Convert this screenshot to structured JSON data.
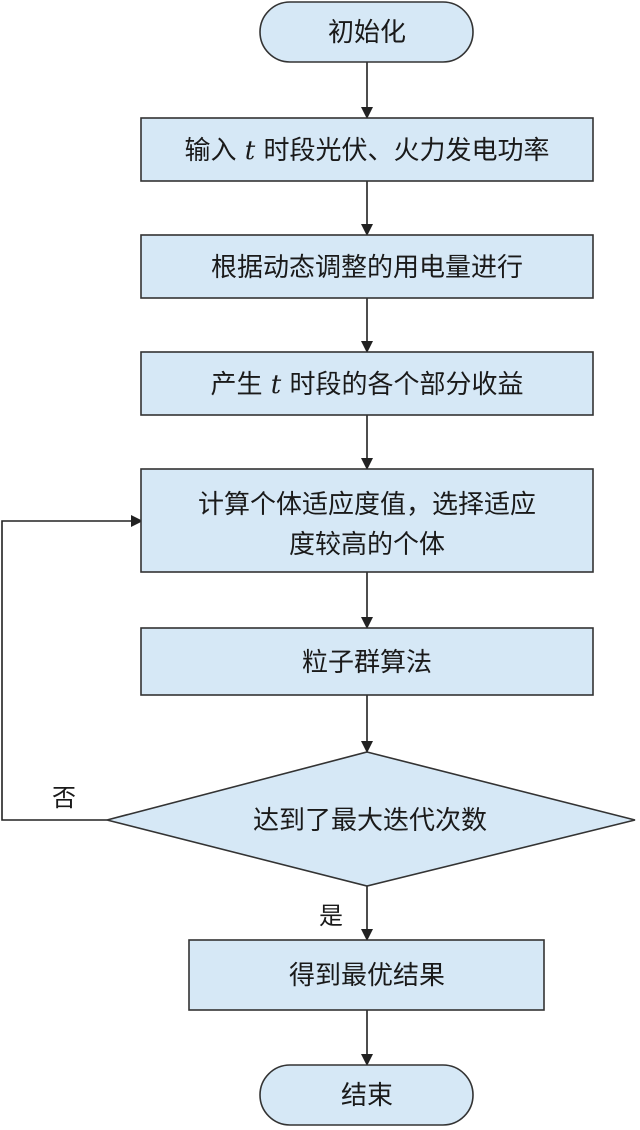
{
  "nodes": {
    "start": {
      "label": "初始化"
    },
    "step1": {
      "label_pre": "输入 ",
      "label_var": "t",
      "label_post": " 时段光伏、火力发电功率"
    },
    "step2": {
      "label": "根据动态调整的用电量进行"
    },
    "step3": {
      "label_pre": "产生 ",
      "label_var": "t",
      "label_post": " 时段的各个部分收益"
    },
    "step4": {
      "line1": "计算个体适应度值，选择适应",
      "line2": "度较高的个体"
    },
    "step5": {
      "label": "粒子群算法"
    },
    "decision": {
      "label": "达到了最大迭代次数"
    },
    "step6": {
      "label": "得到最优结果"
    },
    "end": {
      "label": "结束"
    }
  },
  "edges": {
    "no_label": "否",
    "yes_label": "是"
  },
  "colors": {
    "fill": "#d6e8f6",
    "stroke": "#333333",
    "text": "#1a1a1a"
  }
}
